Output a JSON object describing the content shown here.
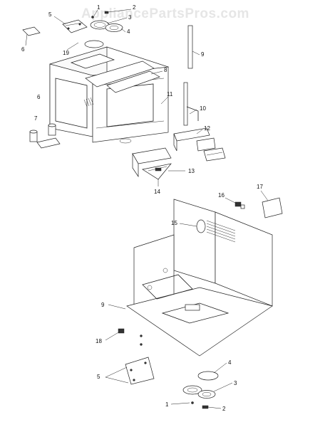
{
  "watermark": "AppliancePartsPros.com",
  "callouts": {
    "top_1": "1",
    "top_2": "2",
    "top_3": "3",
    "top_4": "4",
    "top_5": "5",
    "top_6a": "6",
    "top_6b": "6",
    "top_7": "7",
    "top_8": "8",
    "top_9": "9",
    "top_10": "10",
    "top_11": "11",
    "top_12": "12",
    "top_13": "13",
    "top_14": "14",
    "top_19": "19",
    "bot_15": "15",
    "bot_16": "16",
    "bot_17": "17",
    "bot_9": "9",
    "bot_18": "18",
    "bot_5": "5",
    "bot_4": "4",
    "bot_3": "3",
    "bot_1": "1",
    "bot_2": "2"
  }
}
